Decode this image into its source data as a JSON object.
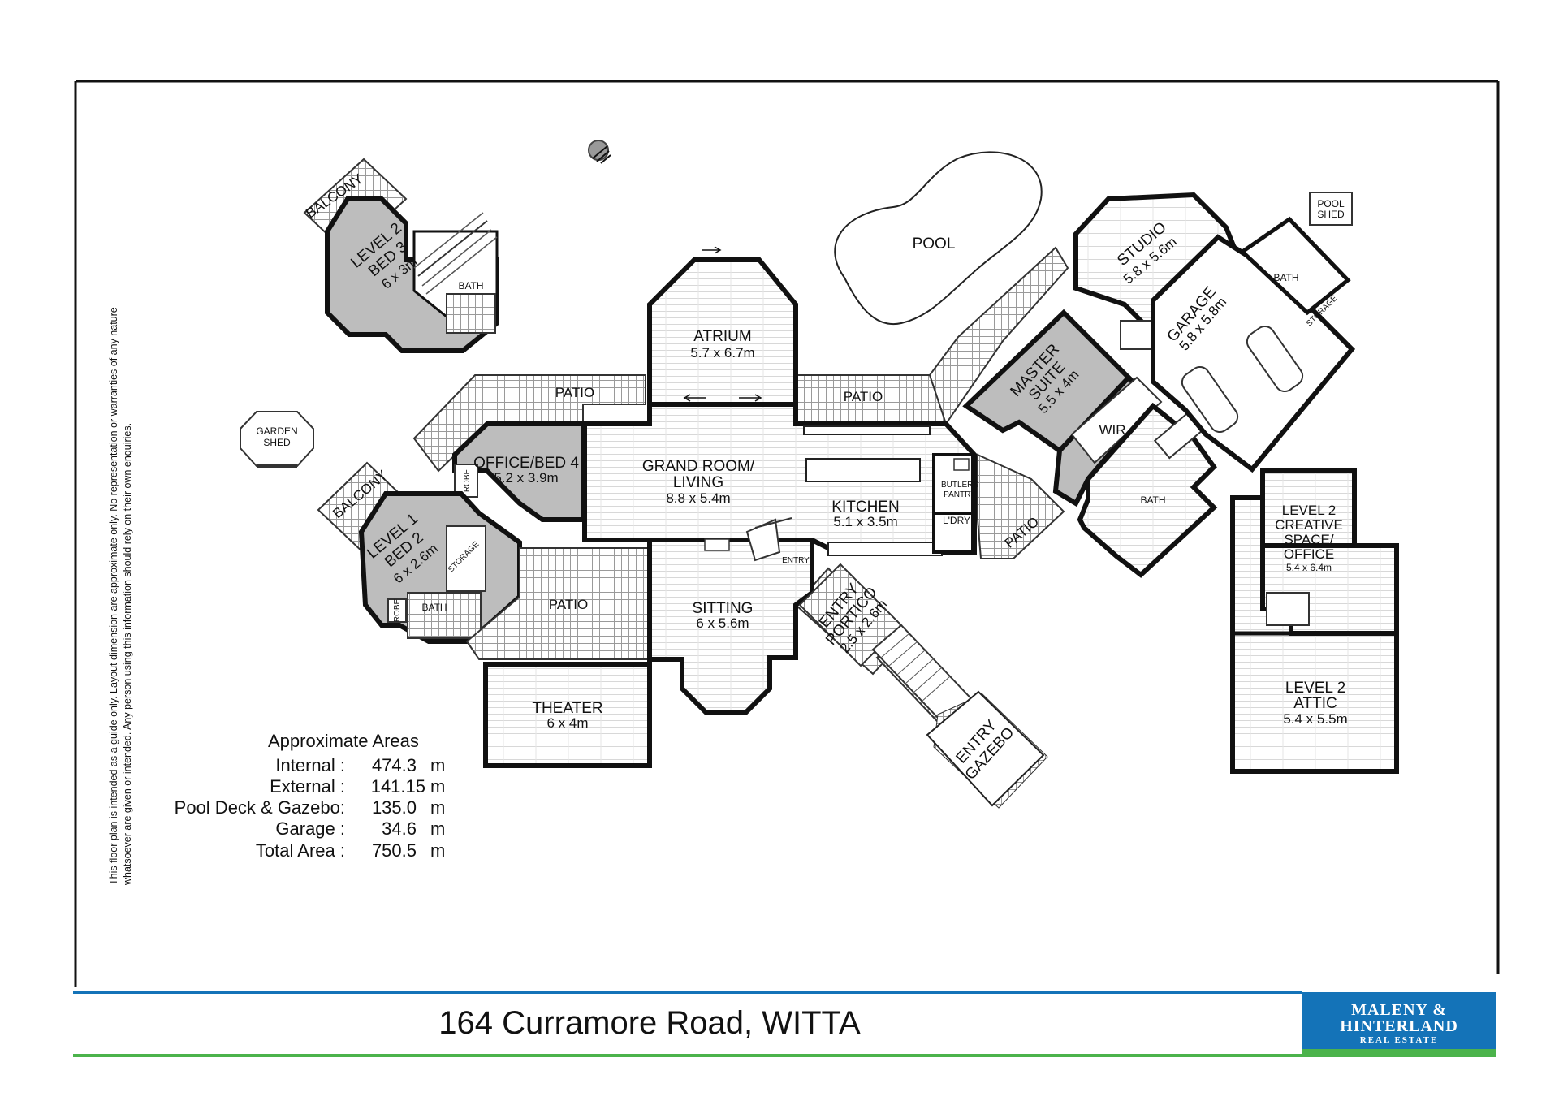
{
  "disclaimer": [
    "This floor plan is intended as a guide only. Layout dimension are approximate only. No representation or warranties of any nature",
    "whatsoever are given or intended. Any person using this information should rely on their own enquiries."
  ],
  "rooms": {
    "pool": "POOL",
    "pool_shed": [
      "POOL",
      "SHED"
    ],
    "garden_shed": [
      "GARDEN",
      "SHED"
    ],
    "balcony": "BALCONY",
    "bed3": [
      "LEVEL 2",
      "BED 3",
      "6 x 3m"
    ],
    "bath": "BATH",
    "atrium": [
      "ATRIUM",
      "5.7 x 6.7m"
    ],
    "patio": "PATIO",
    "office": [
      "OFFICE/BED 4",
      "5.2 x 3.9m"
    ],
    "robe": "ROBE",
    "grand_room": [
      "GRAND ROOM/",
      "LIVING",
      "8.8 x 5.4m"
    ],
    "kitchen": [
      "KITCHEN",
      "5.1 x 3.5m"
    ],
    "butlers": [
      "BUTLERS",
      "PANTRY"
    ],
    "laundry": "L'DRY",
    "entry": "ENTRY",
    "bed2": [
      "LEVEL 1",
      "BED 2",
      "6 x 2.6m"
    ],
    "storage": "STORAGE",
    "sitting": [
      "SITTING",
      "6 x 5.6m"
    ],
    "theater": [
      "THEATER",
      "6 x 4m"
    ],
    "portico": [
      "ENTRY",
      "PORTICO",
      "2.5 x 2.6m"
    ],
    "gazebo": [
      "ENTRY",
      "GAZEBO"
    ],
    "studio": [
      "STUDIO",
      "5.8 x 5.6m"
    ],
    "garage": [
      "GARAGE",
      "5.8 x 5.8m"
    ],
    "master": [
      "MASTER",
      "SUITE",
      "5.5 x 4m"
    ],
    "wir": "WIR",
    "creative": [
      "LEVEL 2",
      "CREATIVE",
      "SPACE/",
      "OFFICE",
      "5.4 x 6.4m"
    ],
    "attic": [
      "LEVEL 2",
      "ATTIC",
      "5.4 x 5.5m"
    ]
  },
  "areas": {
    "heading": "Approximate Areas",
    "rows": [
      {
        "label": "Internal :",
        "value": "474.3",
        "unit": "m"
      },
      {
        "label": "External :",
        "value": "141.15",
        "unit": "m"
      },
      {
        "label": "Pool Deck & Gazebo:",
        "value": "135.0",
        "unit": "m"
      },
      {
        "label": "Garage :",
        "value": "34.6",
        "unit": "m"
      },
      {
        "label": "Total Area :",
        "value": "750.5",
        "unit": "m"
      }
    ]
  },
  "address": "164 Curramore Road, WITTA",
  "logo": {
    "line1": "MALENY &",
    "line2": "HINTERLAND",
    "line3": "REAL ESTATE"
  },
  "colors": {
    "accent_blue": "#1473b8",
    "accent_green": "#4bb34b",
    "room_grey": "#bdbdbd"
  }
}
